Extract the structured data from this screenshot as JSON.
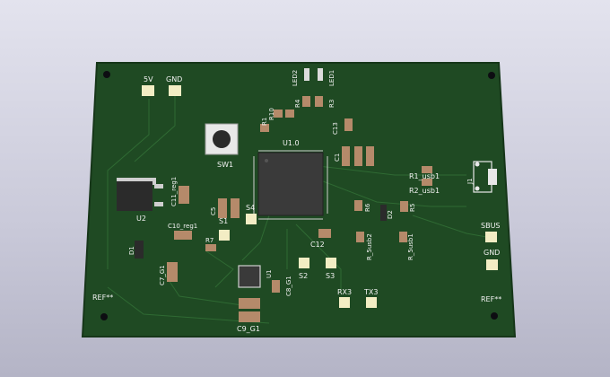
{
  "labels": {
    "pwr_5v": "5V",
    "pwr_gnd": "GND",
    "led2": "LED2",
    "led1": "LED1",
    "r4": "R4",
    "r3": "R3",
    "r10": "R10",
    "r1_top": "R1",
    "c13": "C13",
    "u1_0": "U1.0",
    "c1": "C1",
    "sw1": "SW1",
    "c11_reg1": "C11_reg1",
    "u2": "U2",
    "c5": "C5",
    "s1": "S1",
    "s4": "S4",
    "c10_reg1": "C10_reg1",
    "r7": "R7",
    "d1": "D1",
    "c7_g1": "C7_G1",
    "u1": "U1",
    "c8_g1": "C8_G1",
    "c9_g1": "C9_G1",
    "c12": "C12",
    "s2": "S2",
    "s3": "S3",
    "rx3": "RX3",
    "tx3": "TX3",
    "r6": "R6",
    "d2": "D2",
    "r5": "R5",
    "r_5usb2": "R_5usb2",
    "r_5usb1": "R_5usb1",
    "r1_usb1": "R1_usb1",
    "r2_usb1": "R2_usb1",
    "j1": "J1",
    "sbus": "SBUS",
    "gnd_right": "GND",
    "ref_left": "REF**",
    "ref_right": "REF**"
  },
  "colors": {
    "background_top": "#e3e3ee",
    "background_bottom": "#b4b4c6",
    "board": "#1f4a23",
    "board_edge": "#163619",
    "silkscreen": "#f2f2f2",
    "pad": "#f3edc4",
    "ic_body": "#3a3a3a",
    "component_body": "#b58a6a"
  }
}
